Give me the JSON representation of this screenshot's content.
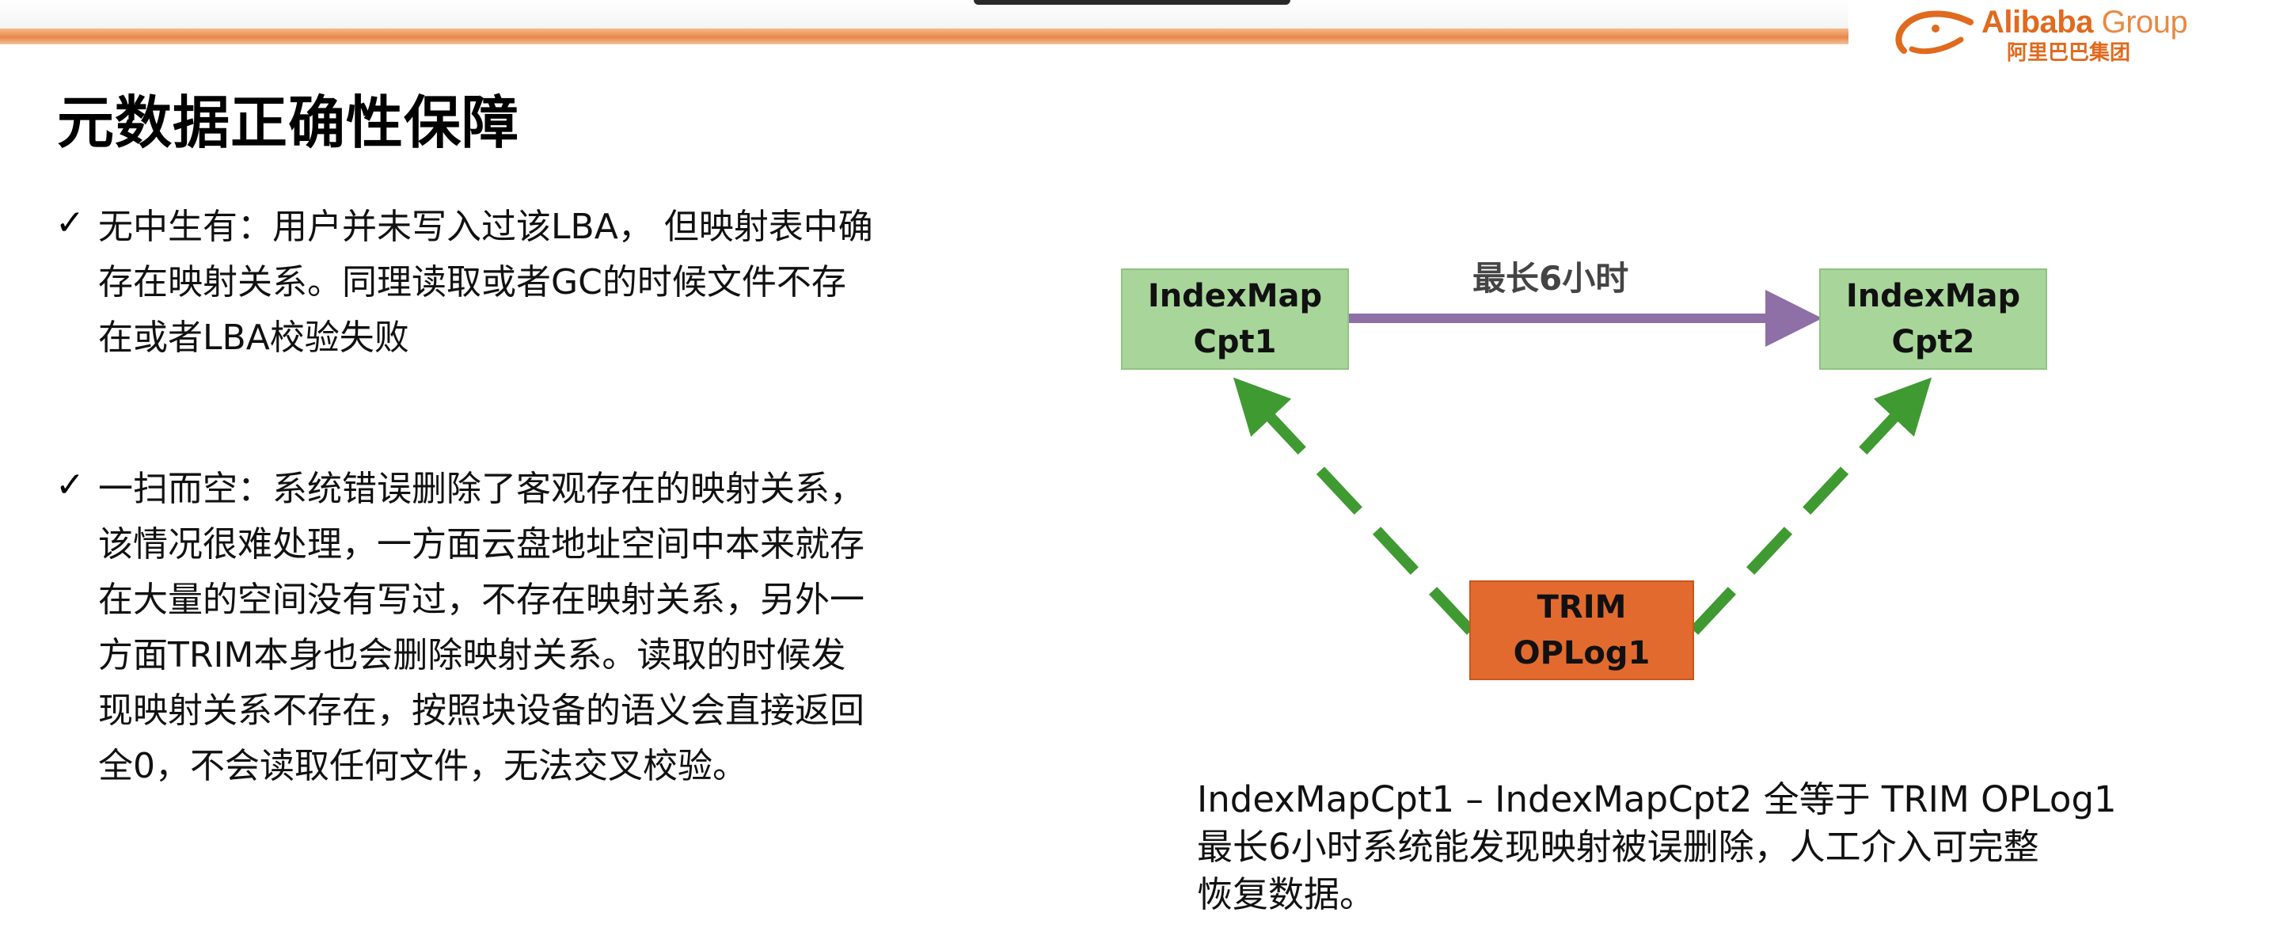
{
  "header": {
    "logo_en": "Alibaba",
    "logo_group": " Group",
    "logo_cn": "阿里巴巴集团"
  },
  "title": "元数据正确性保障",
  "bullets": [
    {
      "check": "✓",
      "lines": [
        "无中生有：用户并未写入过该LBA， 但映射表中确",
        "存在映射关系。同理读取或者GC的时候文件不存",
        "在或者LBA校验失败"
      ]
    },
    {
      "check": "✓",
      "lines": [
        "一扫而空：系统错误删除了客观存在的映射关系，",
        "该情况很难处理，一方面云盘地址空间中本来就存",
        "在大量的空间没有写过，不存在映射关系，另外一",
        "方面TRIM本身也会删除映射关系。读取的时候发",
        "现映射关系不存在，按照块设备的语义会直接返回",
        "全0，不会读取任何文件，无法交叉校验。"
      ]
    }
  ],
  "diagram": {
    "node_cpt1": {
      "line1": "IndexMap",
      "line2": "Cpt1"
    },
    "node_cpt2": {
      "line1": "IndexMap",
      "line2": "Cpt2"
    },
    "node_trim": {
      "line1": "TRIM",
      "line2": "OPLog1"
    },
    "edge_label": "最长6小时",
    "colors": {
      "green_box": "#a8d69a",
      "orange_box": "#e36a2e",
      "purple_arrow": "#8e6fa6",
      "green_arrow": "#3f9a32"
    }
  },
  "caption": {
    "lines": [
      "IndexMapCpt1 – IndexMapCpt2 全等于 TRIM OPLog1",
      "最长6小时系统能发现映射被误删除，人工介入可完整",
      "恢复数据。"
    ]
  }
}
